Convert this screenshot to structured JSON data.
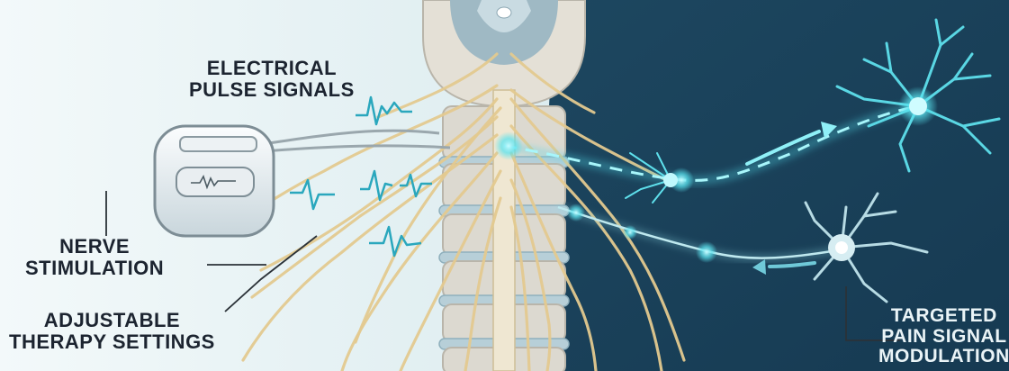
{
  "labels": {
    "electrical_pulse": [
      "ELECTRICAL",
      "PULSE SIGNALS"
    ],
    "nerve_stimulation": [
      "NERVE",
      "STIMULATION"
    ],
    "adjustable_therapy": [
      "ADJUSTABLE",
      "THERAPY SETTINGS"
    ],
    "targeted_pain": [
      "TARGETED",
      "PAIN SIGNAL",
      "MODULATION"
    ]
  },
  "colors": {
    "left_bg": "#e8f3f5",
    "right_bg": "#1f4a63",
    "nerve": "#e3c98f",
    "glow": "#6fe6ef",
    "bone": "#dcd9d0",
    "disc": "#b7cfd8",
    "text_dark": "#1c2430",
    "text_light": "#eaf4f7"
  },
  "icons": [
    "implant-device",
    "spinal-cord",
    "vertebrae",
    "neuron",
    "pulse-waveform",
    "direction-arrow"
  ]
}
